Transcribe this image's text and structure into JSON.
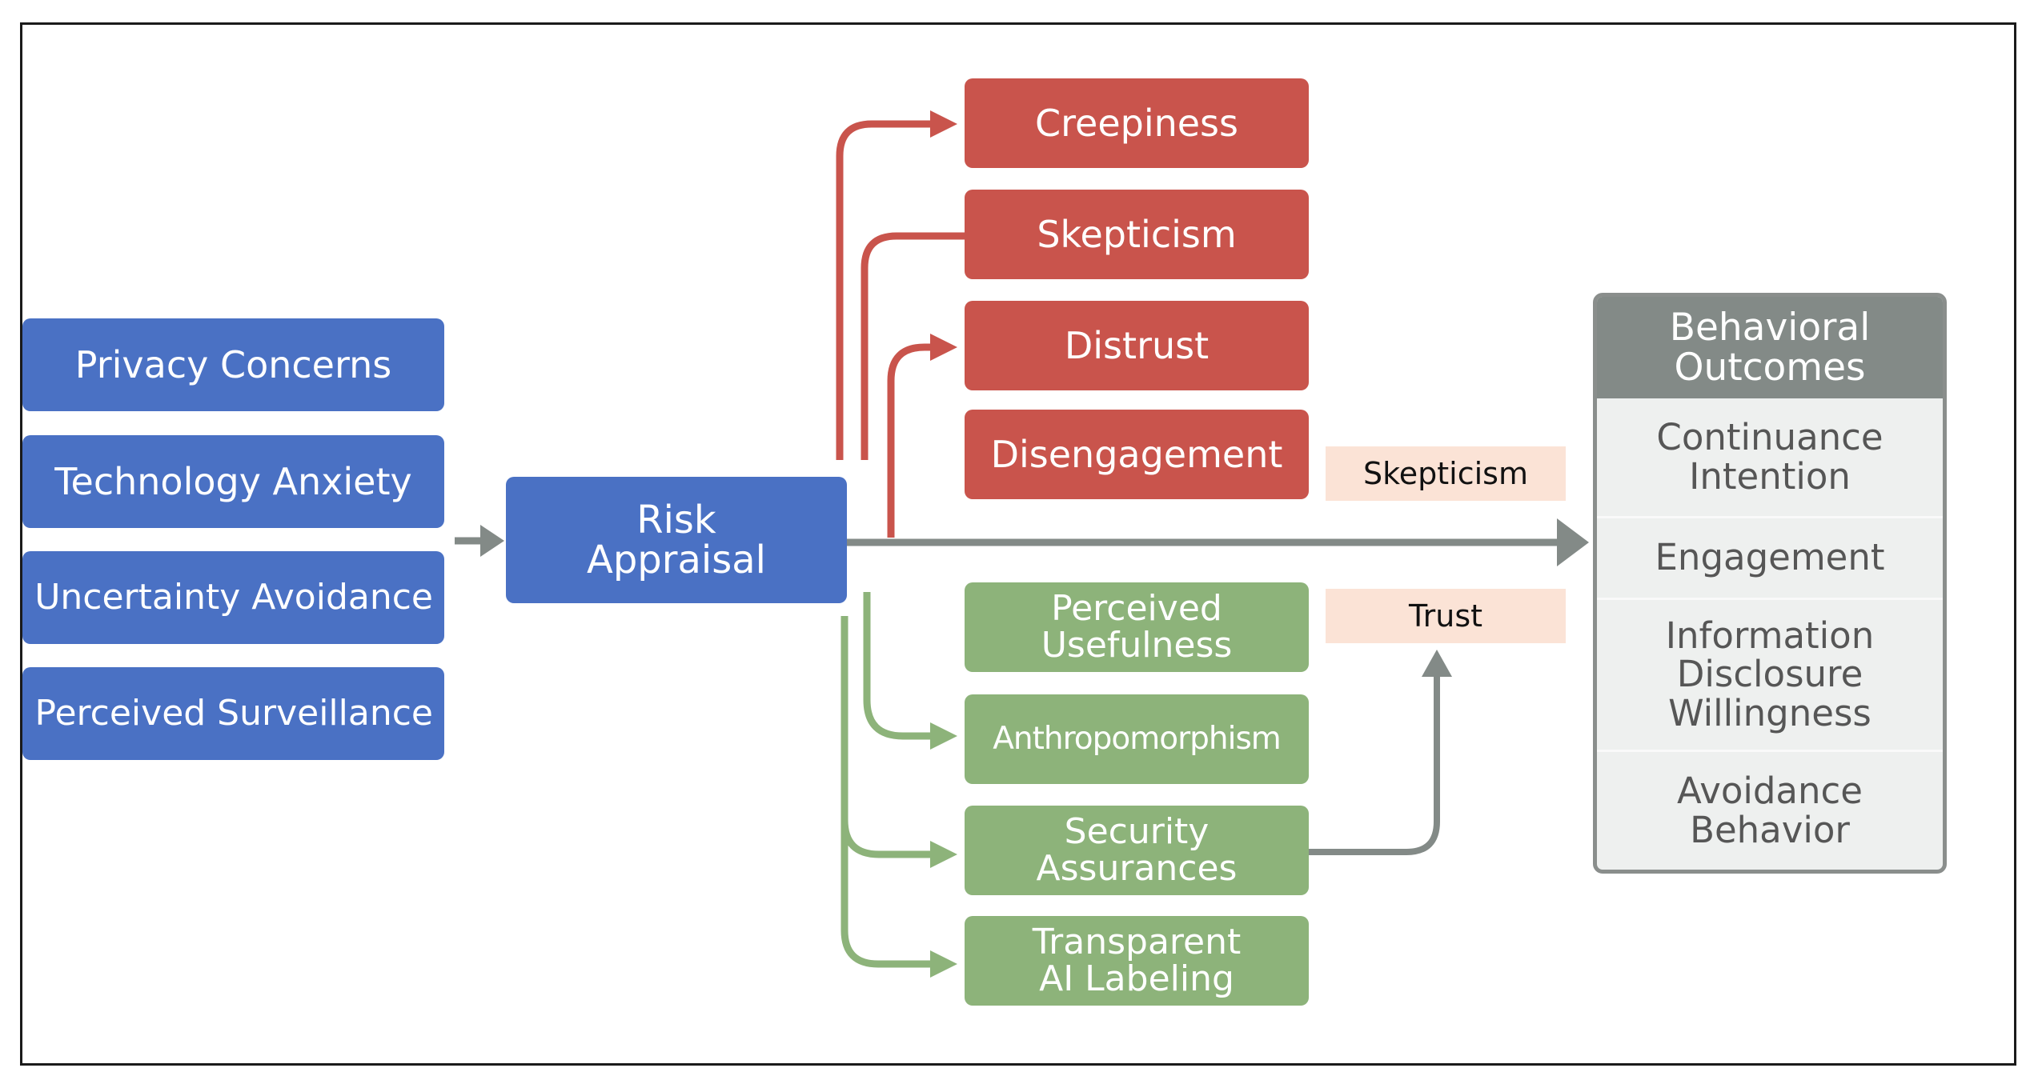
{
  "inputs": [
    "Privacy Concerns",
    "Technology Anxiety",
    "Uncertainty Avoidance",
    "Perceived Surveillance"
  ],
  "center": "Risk\nAppraisal",
  "negative": [
    "Creepiness",
    "Skepticism",
    "Distrust",
    "Disengagement"
  ],
  "positive": [
    "Perceived\nUsefulness",
    "Anthropomorphism",
    "Security\nAssurances",
    "Transparent\nAI Labeling"
  ],
  "tags": {
    "skepticism": "Skepticism",
    "trust": "Trust"
  },
  "outcomes": {
    "title": "Behavioral\nOutcomes",
    "items": [
      "Continuance\nIntention",
      "Engagement",
      "Information\nDisclosure\nWillingness",
      "Avoidance\nBehavior"
    ]
  },
  "colors": {
    "input": "#4a71c4",
    "negative": "#c9544c",
    "positive": "#8db37a",
    "neutral": "#838a87",
    "tag": "#fbe3d6"
  }
}
